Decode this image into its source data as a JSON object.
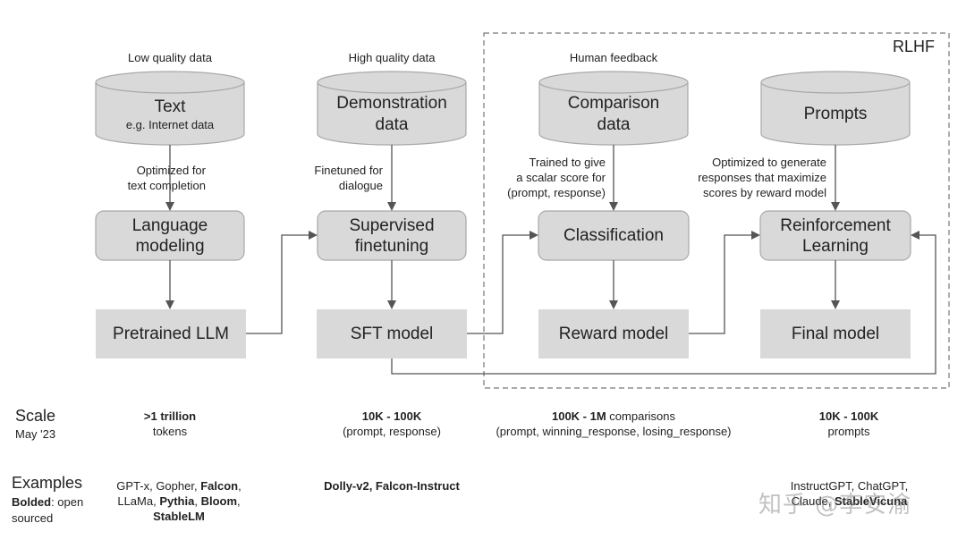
{
  "header_labels": {
    "low_quality": "Low quality data",
    "high_quality": "High quality data",
    "human_feedback": "Human feedback",
    "rlhf": "RLHF"
  },
  "datastores": {
    "text": {
      "title": "Text",
      "subtitle": "e.g. Internet data"
    },
    "demonstration": {
      "line1": "Demonstration",
      "line2": "data"
    },
    "comparison": {
      "line1": "Comparison",
      "line2": "data"
    },
    "prompts": {
      "title": "Prompts"
    }
  },
  "edge_labels": {
    "optimized_completion": [
      "Optimized for",
      "text completion"
    ],
    "finetuned_dialogue": [
      "Finetuned for",
      "dialogue"
    ],
    "trained_scalar": [
      "Trained to give",
      "a scalar score for",
      "(prompt, response)"
    ],
    "optimized_generate": [
      "Optimized to generate",
      "responses that maximize",
      "scores by reward model"
    ]
  },
  "process_boxes": {
    "language_modeling": [
      "Language",
      "modeling"
    ],
    "supervised_finetuning": [
      "Supervised",
      "finetuning"
    ],
    "classification": "Classification",
    "reinforcement_learning": [
      "Reinforcement",
      "Learning"
    ]
  },
  "model_boxes": {
    "pretrained": "Pretrained LLM",
    "sft": "SFT model",
    "reward": "Reward model",
    "final": "Final model"
  },
  "scale": {
    "title": "Scale",
    "date": "May '23",
    "pretrain": {
      "bold": ">1 trillion",
      "rest": "tokens"
    },
    "sft": {
      "bold": "10K - 100K",
      "rest": "(prompt, response)"
    },
    "reward": {
      "bold": "100K - 1M",
      "inline": " comparisons",
      "rest": "(prompt, winning_response, losing_response)"
    },
    "rl": {
      "bold": "10K - 100K",
      "rest": "prompts"
    }
  },
  "examples": {
    "title": "Examples",
    "note_bold": "Bolded",
    "note_rest": ": open",
    "note_line2": "sourced",
    "pretrain": {
      "l1a": "GPT-x, Gopher, ",
      "l1b": "Falcon",
      "l1c": ",",
      "l2a": "LLaMa, ",
      "l2b": "Pythia",
      "l2c": ", ",
      "l2d": "Bloom",
      "l2e": ",",
      "l3": "StableLM"
    },
    "sft": "Dolly-v2, Falcon-Instruct",
    "rl": {
      "l1": "InstructGPT, ChatGPT,",
      "l2a": "Claude, ",
      "l2b": "StableVicuna"
    }
  },
  "watermark": "知乎 @李安渝",
  "colors": {
    "box_fill": "#d9d9d9",
    "box_stroke": "#a8a8a8",
    "arrow": "#555555",
    "dashed": "#777777"
  }
}
